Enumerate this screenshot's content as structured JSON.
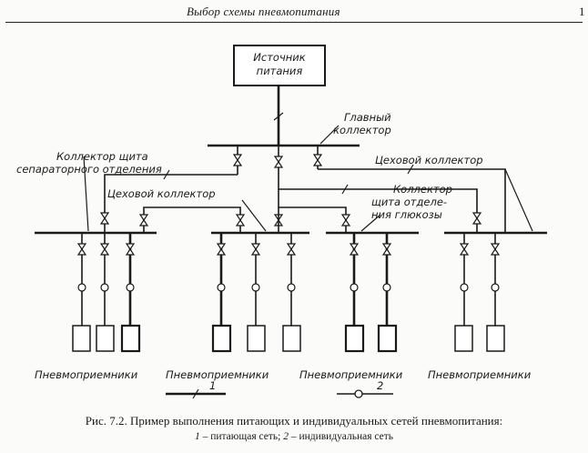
{
  "header": {
    "title": "Выбор схемы пневмопитания",
    "page_number": "1"
  },
  "diagram": {
    "source_label": [
      "Источник",
      "питания"
    ],
    "main_collector_label": [
      "Главный",
      "коллектор"
    ],
    "separator_collector_label": [
      "Коллектор щита",
      "сепараторного отделения"
    ],
    "shop_collector_right_label": "Цеховой коллектор",
    "shop_collector_left_label": "Цеховой коллектор",
    "glucose_collector_label": [
      "Коллектор",
      "щита отделе-",
      "ния глюкозы"
    ],
    "receivers_label": "Пневмоприемники",
    "legend": [
      {
        "number": "1",
        "style": "feed-line"
      },
      {
        "number": "2",
        "style": "individual-line"
      }
    ]
  },
  "caption": {
    "line1": "Рис. 7.2. Пример выполнения питающих и индивидуальных сетей пневмопитания:",
    "line2_num1": "1",
    "line2_text1": " – питающая сеть; ",
    "line2_num2": "2",
    "line2_text2": " – индивидуальная сеть"
  }
}
